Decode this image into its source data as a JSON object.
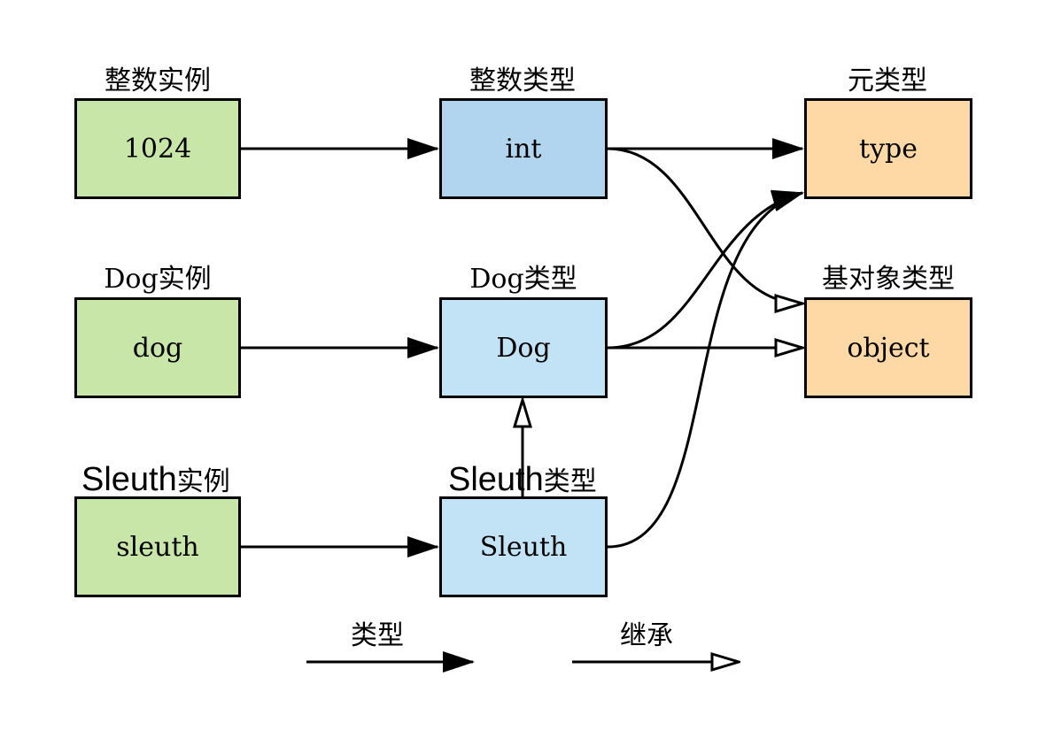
{
  "colors": {
    "instance_fill": "#c7e6a8",
    "int_fill": "#b1d5ee",
    "class_fill": "#c2e3f5",
    "meta_fill": "#fed9a6",
    "stroke": "#000000"
  },
  "nodes": {
    "int_instance": {
      "caption": "整数实例",
      "label": "1024"
    },
    "int_type": {
      "caption": "整数类型",
      "label": "int"
    },
    "meta_type": {
      "caption": "元类型",
      "label": "type"
    },
    "dog_instance": {
      "caption_latin": "Dog",
      "caption_cjk": "实例",
      "label": "dog"
    },
    "dog_type": {
      "caption_latin": "Dog",
      "caption_cjk": "类型",
      "label": "Dog"
    },
    "base_object": {
      "caption": "基对象类型",
      "label": "object"
    },
    "sleuth_instance": {
      "caption_latin": "Sleuth",
      "caption_cjk": "实例",
      "label": "sleuth"
    },
    "sleuth_type": {
      "caption_latin": "Sleuth",
      "caption_cjk": "类型",
      "label": "Sleuth"
    }
  },
  "edges": [
    {
      "from": "1024",
      "to": "int",
      "kind": "type"
    },
    {
      "from": "int",
      "to": "type",
      "kind": "type"
    },
    {
      "from": "int",
      "to": "object",
      "kind": "inheritance"
    },
    {
      "from": "dog",
      "to": "Dog",
      "kind": "type"
    },
    {
      "from": "Dog",
      "to": "type",
      "kind": "type"
    },
    {
      "from": "Dog",
      "to": "object",
      "kind": "inheritance"
    },
    {
      "from": "sleuth",
      "to": "Sleuth",
      "kind": "type"
    },
    {
      "from": "Sleuth",
      "to": "Dog",
      "kind": "inheritance"
    },
    {
      "from": "Sleuth",
      "to": "type",
      "kind": "type"
    }
  ],
  "legend": {
    "type_label": "类型",
    "inheritance_label": "继承"
  }
}
